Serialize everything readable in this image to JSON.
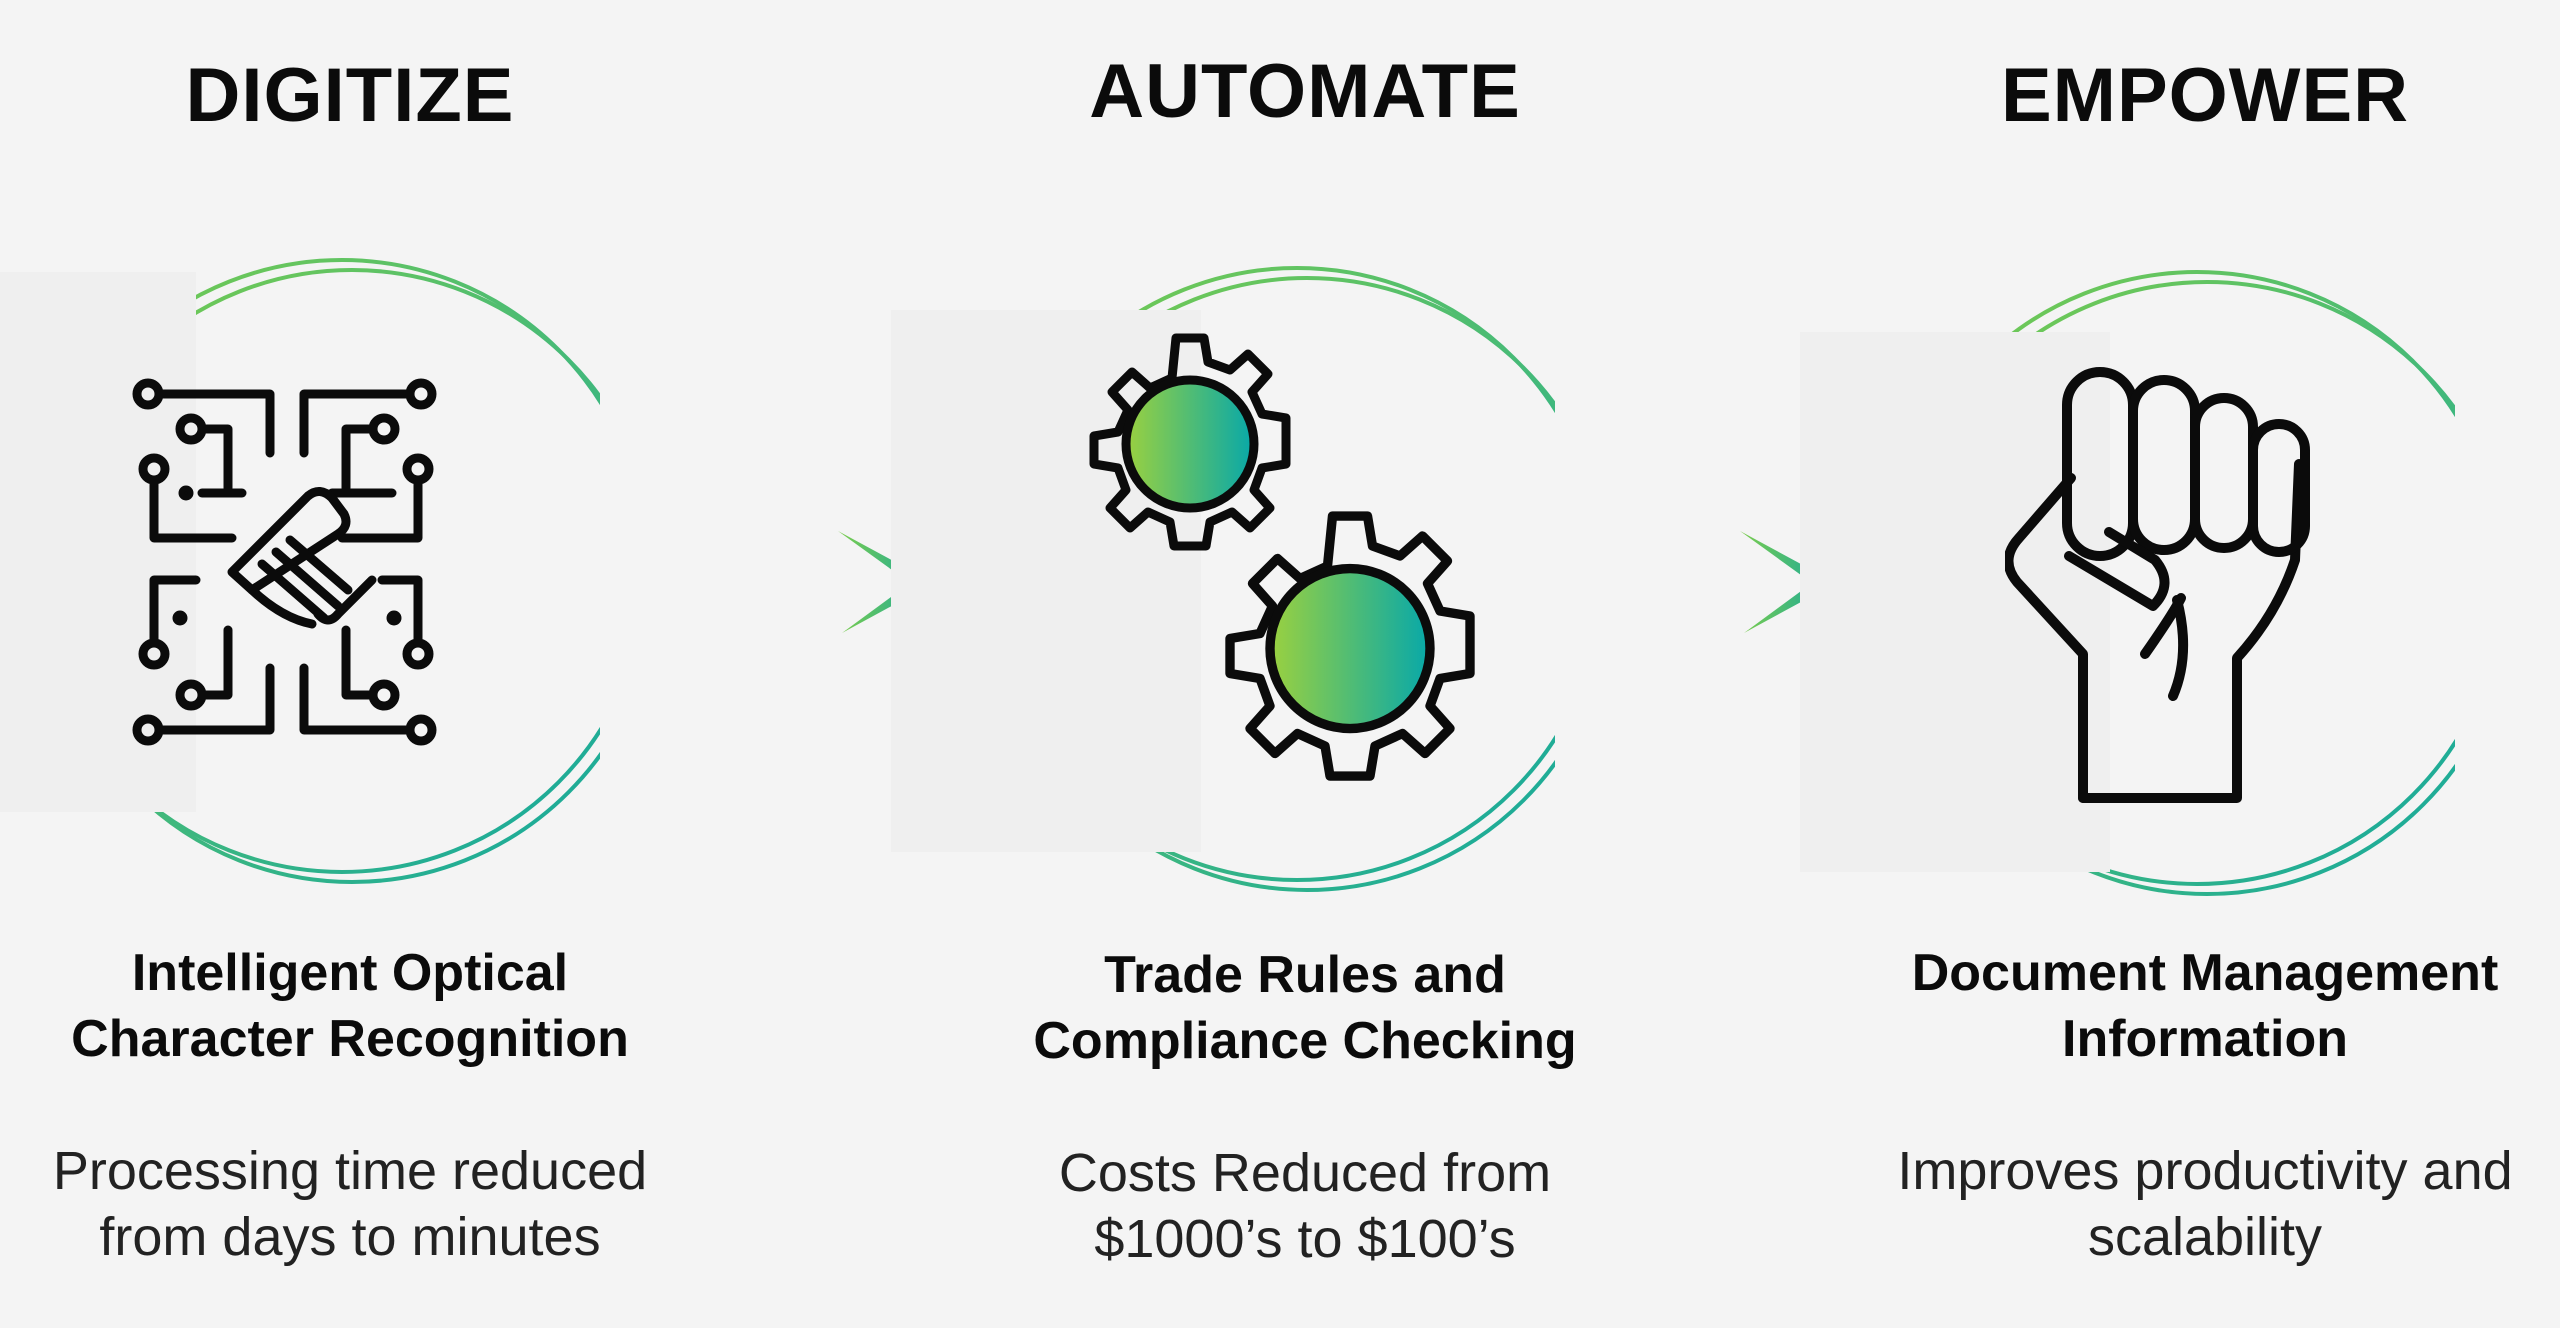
{
  "columns": [
    {
      "heading": "DIGITIZE",
      "icon": "handshake-circuit-icon",
      "subtitle": [
        "Intelligent Optical",
        "Character Recognition"
      ],
      "description": [
        "Processing time reduced",
        "from days to minutes"
      ]
    },
    {
      "heading": "AUTOMATE",
      "icon": "gears-icon",
      "subtitle": [
        "Trade Rules and",
        "Compliance Checking"
      ],
      "description": [
        "Costs Reduced from",
        "$1000’s to $100’s"
      ]
    },
    {
      "heading": "EMPOWER",
      "icon": "raised-fist-icon",
      "subtitle": [
        "Document Management",
        "Information"
      ],
      "description": [
        "Improves productivity and",
        "scalability"
      ]
    }
  ],
  "arrows": [
    "chevron-right-icon",
    "chevron-right-icon"
  ],
  "colors": {
    "background": "#f4f4f4",
    "ring_start": "#6cc24a",
    "ring_end": "#12a8a0",
    "text": "#0b0b0b"
  }
}
